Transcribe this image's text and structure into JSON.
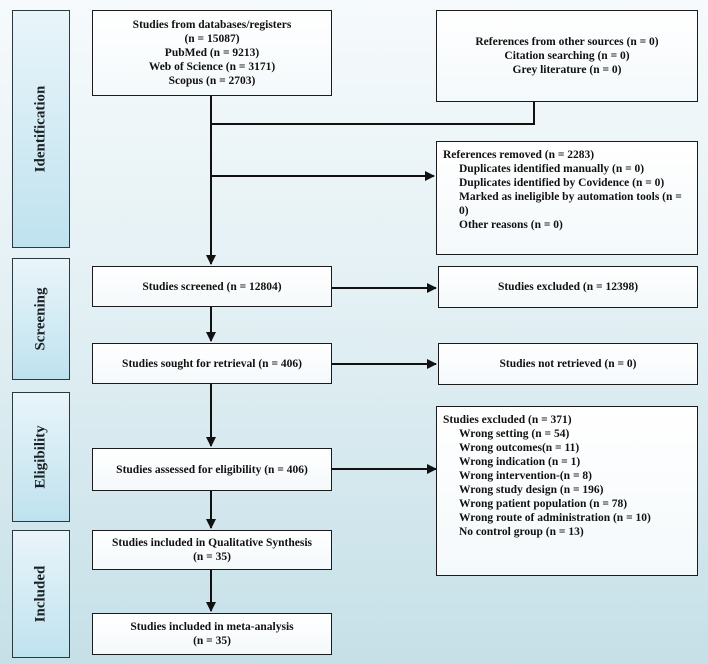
{
  "stages": {
    "identification": "Identification",
    "screening": "Screening",
    "eligibility": "Eligibility",
    "included": "Included"
  },
  "databases": {
    "title": "Studies from databases/registers",
    "lines": [
      "(n = 15087)",
      "PubMed (n = 9213)",
      "Web of Science (n = 3171)",
      "Scopus (n = 2703)"
    ]
  },
  "other_sources": {
    "title": "References from other sources (n = 0)",
    "lines": [
      "Citation searching (n = 0)",
      "Grey literature (n = 0)"
    ]
  },
  "removed": {
    "title": "References removed (n = 2283)",
    "items": [
      "Duplicates identified manually (n = 0)",
      "Duplicates identified by Covidence (n = 0)",
      "Marked as ineligible by automation tools (n = 0)",
      "Other reasons (n = 0)"
    ]
  },
  "screened": "Studies screened (n = 12804)",
  "screen_excluded": "Studies excluded (n = 12398)",
  "retrieval": "Studies sought for retrieval (n = 406)",
  "not_retrieved": "Studies not retrieved (n = 0)",
  "eligibility": "Studies assessed for eligibility (n = 406)",
  "elig_excluded": {
    "title": "Studies excluded (n = 371)",
    "items": [
      "Wrong setting (n = 54)",
      "Wrong outcomes(n = 11)",
      "Wrong indication (n = 1)",
      "Wrong intervention-(n = 8)",
      "Wrong study design (n = 196)",
      "Wrong patient population (n = 78)",
      "Wrong route of administration (n = 10)",
      "No control group (n = 13)"
    ]
  },
  "qualitative": {
    "line1": "Studies included in Qualitative Synthesis",
    "line2": "(n = 35)"
  },
  "meta": {
    "line1": "Studies included in meta-analysis",
    "line2": "(n = 35)"
  }
}
